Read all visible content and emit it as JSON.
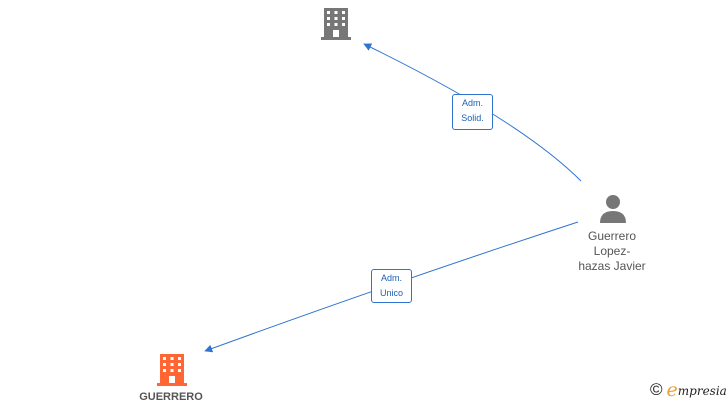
{
  "nodes": {
    "company_top": {
      "label": "",
      "color": "#777777"
    },
    "person": {
      "name_line1": "Guerrero",
      "name_line2": "Lopez-",
      "name_line3": "hazas Javier",
      "color": "#777777"
    },
    "company_bottom": {
      "label": "GUERRERO",
      "color": "#ff6633"
    }
  },
  "edges": [
    {
      "from": "person",
      "to": "company_top",
      "label_line1": "Adm.",
      "label_line2": "Solid."
    },
    {
      "from": "person",
      "to": "company_bottom",
      "label_line1": "Adm.",
      "label_line2": "Unico"
    }
  ],
  "colors": {
    "edge": "#2f74d0",
    "text": "#555555"
  },
  "branding": {
    "copyright_symbol": "©",
    "e_mark": "e",
    "word": "mpresia"
  }
}
